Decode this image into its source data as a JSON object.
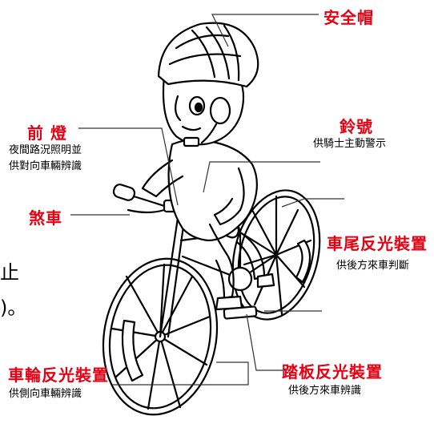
{
  "colors": {
    "label_red": "#e60012",
    "leader": "#333333",
    "line": "#000000"
  },
  "labels": {
    "helmet": {
      "title": "安全帽"
    },
    "front_light": {
      "title": "前 燈",
      "desc1": "夜間路況照明並",
      "desc2": "供對向車輛辨識"
    },
    "bell": {
      "title": "鈴號",
      "desc": "供騎士主動警示"
    },
    "brake": {
      "title": "煞車"
    },
    "rear_reflector": {
      "title": "車尾反光裝置",
      "desc": "供後方來車判斷"
    },
    "wheel_reflector": {
      "title": "車輪反光裝置",
      "desc": "供側向車輛辨識"
    },
    "pedal_reflector": {
      "title": "踏板反光裝置",
      "desc": "供後方來車辨識"
    }
  },
  "fragments": {
    "line1": "止",
    "line2": ")。"
  }
}
